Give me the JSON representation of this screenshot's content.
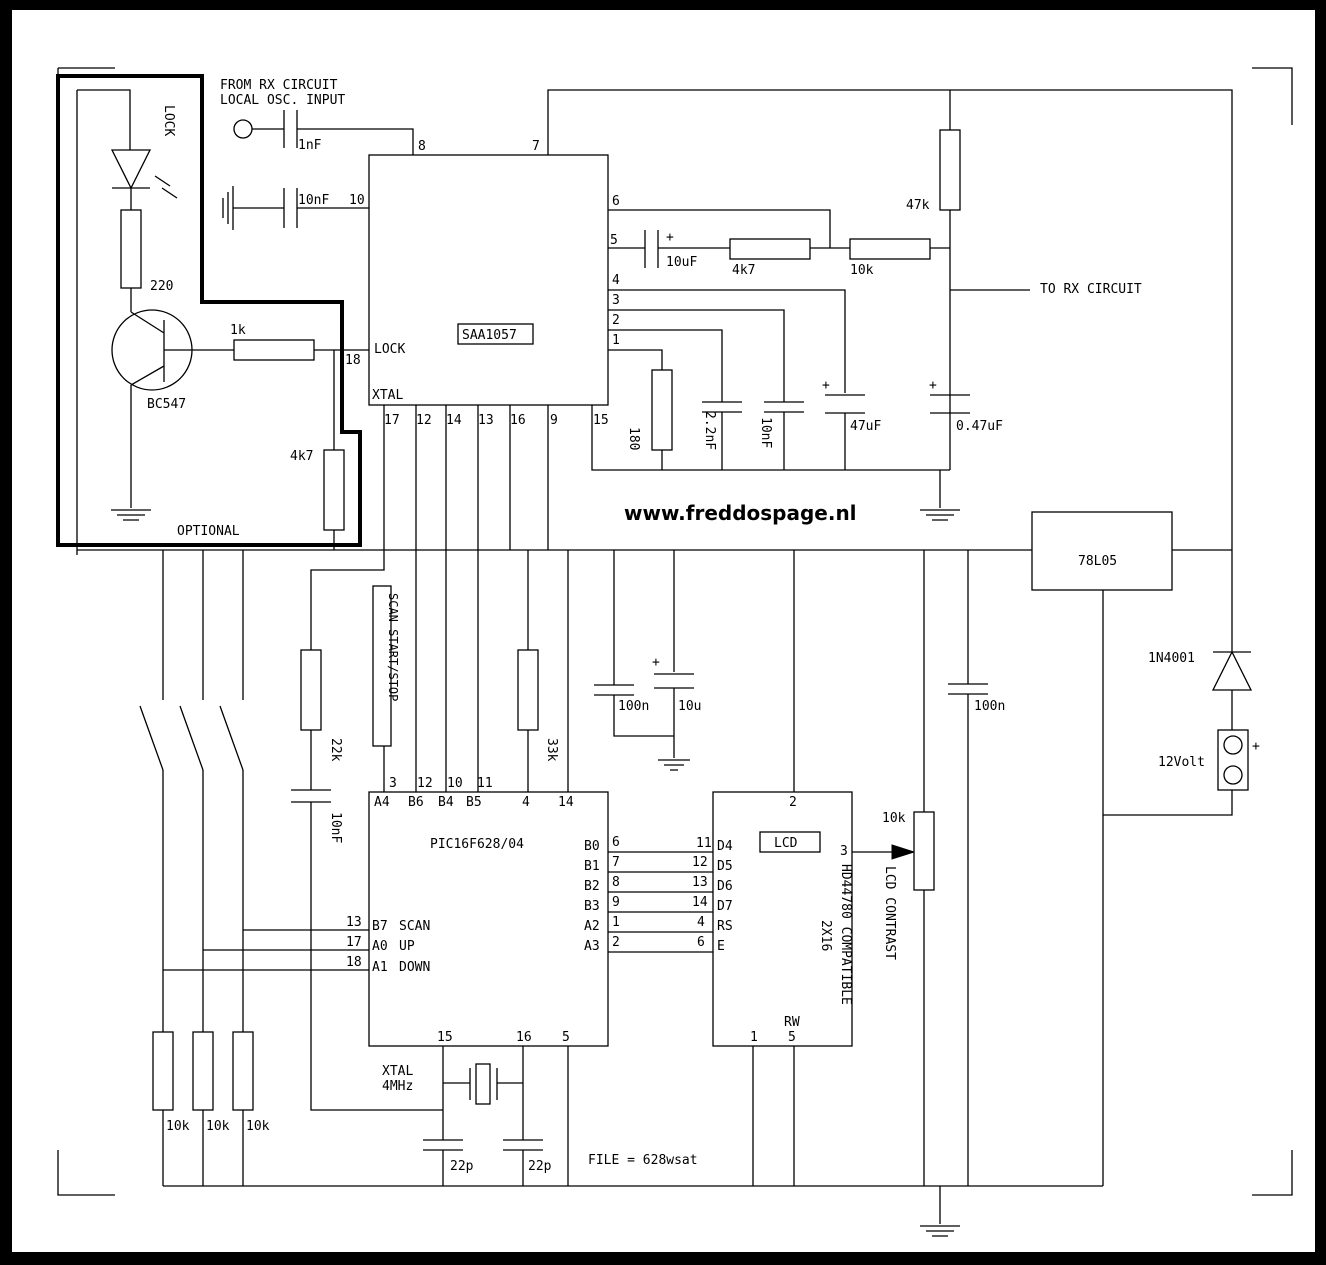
{
  "labels": {
    "from_rx_1": "FROM RX CIRCUIT",
    "from_rx_2": "LOCAL OSC. INPUT",
    "to_rx": "TO RX CIRCUIT",
    "website": "www.freddospage.nl",
    "optional": "OPTIONAL",
    "file": "FILE = 628wsat",
    "scan_switch": "SCAN START/STOP",
    "lcd_contrast": "LCD CONTRAST",
    "xtal": "XTAL",
    "xtal_freq": "4MHz",
    "supply": "12Volt",
    "plus": "+"
  },
  "components": {
    "saa1057": "SAA1057",
    "pic": "PIC16F628/04",
    "lcd": "LCD",
    "lcd_type": "HD44780 COMPATIBLE",
    "lcd_size": "2X16",
    "regulator": "78L05",
    "diode": "1N4001",
    "transistor": "BC547",
    "led": "LOCK"
  },
  "values": {
    "c_1nf": "1nF",
    "c_10nf": "10nF",
    "c_10uf": "10uF",
    "r_4k7": "4k7",
    "r_10k": "10k",
    "r_47k": "47k",
    "r_180": "180",
    "c_2n2": "2.2nF",
    "c_10nf_b": "10nF",
    "c_47uf": "47uF",
    "c_047uf": "0.47uF",
    "r_220": "220",
    "r_1k": "1k",
    "r_4k7_b": "4k7",
    "c_100n": "100n",
    "c_10u": "10u",
    "c_100n_b": "100n",
    "r_22k": "22k",
    "c_10nf_c": "10nF",
    "r_33k": "33k",
    "r_10k_pot": "10k",
    "c_22p": "22p",
    "c_22p_b": "22p",
    "r_10k_a": "10k",
    "r_10k_b": "10k",
    "r_10k_c": "10k"
  },
  "saa_pins": {
    "p8": "8",
    "p7": "7",
    "p10": "10",
    "p6": "6",
    "p5": "5",
    "p4": "4",
    "p3": "3",
    "p2": "2",
    "p1": "1",
    "p18": "18",
    "lock": "LOCK",
    "xtal": "XTAL",
    "p17": "17",
    "p12": "12",
    "p14": "14",
    "p13": "13",
    "p16": "16",
    "p9": "9",
    "p15": "15"
  },
  "pic_pins": {
    "n3": "3",
    "n12": "12",
    "n10": "10",
    "n11": "11",
    "n4": "4",
    "n14": "14",
    "a4": "A4",
    "b6": "B6",
    "b4": "B4",
    "b5": "B5",
    "b0": "B0",
    "b1": "B1",
    "b2": "B2",
    "b3": "B3",
    "a2": "A2",
    "a3": "A3",
    "n6": "6",
    "n7": "7",
    "n8": "8",
    "n9": "9",
    "n1": "1",
    "n2": "2",
    "n13": "13",
    "n17": "17",
    "n18": "18",
    "b7": "B7",
    "scan": "SCAN",
    "a0": "A0",
    "up": "UP",
    "a1": "A1",
    "down": "DOWN",
    "n15": "15",
    "n16": "16",
    "n5": "5"
  },
  "lcd_pins": {
    "n2": "2",
    "n11": "11",
    "n12": "12",
    "n13": "13",
    "n14": "14",
    "n4": "4",
    "n6": "6",
    "d4": "D4",
    "d5": "D5",
    "d6": "D6",
    "d7": "D7",
    "rs": "RS",
    "e": "E",
    "n3": "3",
    "rw": "RW",
    "n1": "1",
    "n5": "5"
  }
}
